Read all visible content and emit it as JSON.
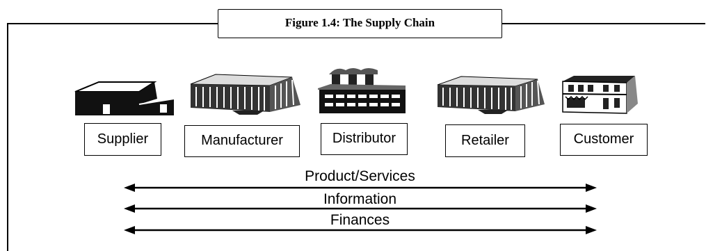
{
  "figure": {
    "caption": "Figure 1.4: The Supply Chain"
  },
  "nodes": [
    {
      "id": "supplier",
      "label": "Supplier",
      "icon": "supplier-building-icon"
    },
    {
      "id": "manufacturer",
      "label": "Manufacturer",
      "icon": "manufacturer-factory-icon"
    },
    {
      "id": "distributor",
      "label": "Distributor",
      "icon": "distributor-factory-icon"
    },
    {
      "id": "retailer",
      "label": "Retailer",
      "icon": "retailer-building-icon"
    },
    {
      "id": "customer",
      "label": "Customer",
      "icon": "customer-house-icon"
    }
  ],
  "flows": [
    {
      "label": "Product/Services",
      "direction": "bidirectional"
    },
    {
      "label": "Information",
      "direction": "bidirectional"
    },
    {
      "label": "Finances",
      "direction": "bidirectional"
    }
  ]
}
